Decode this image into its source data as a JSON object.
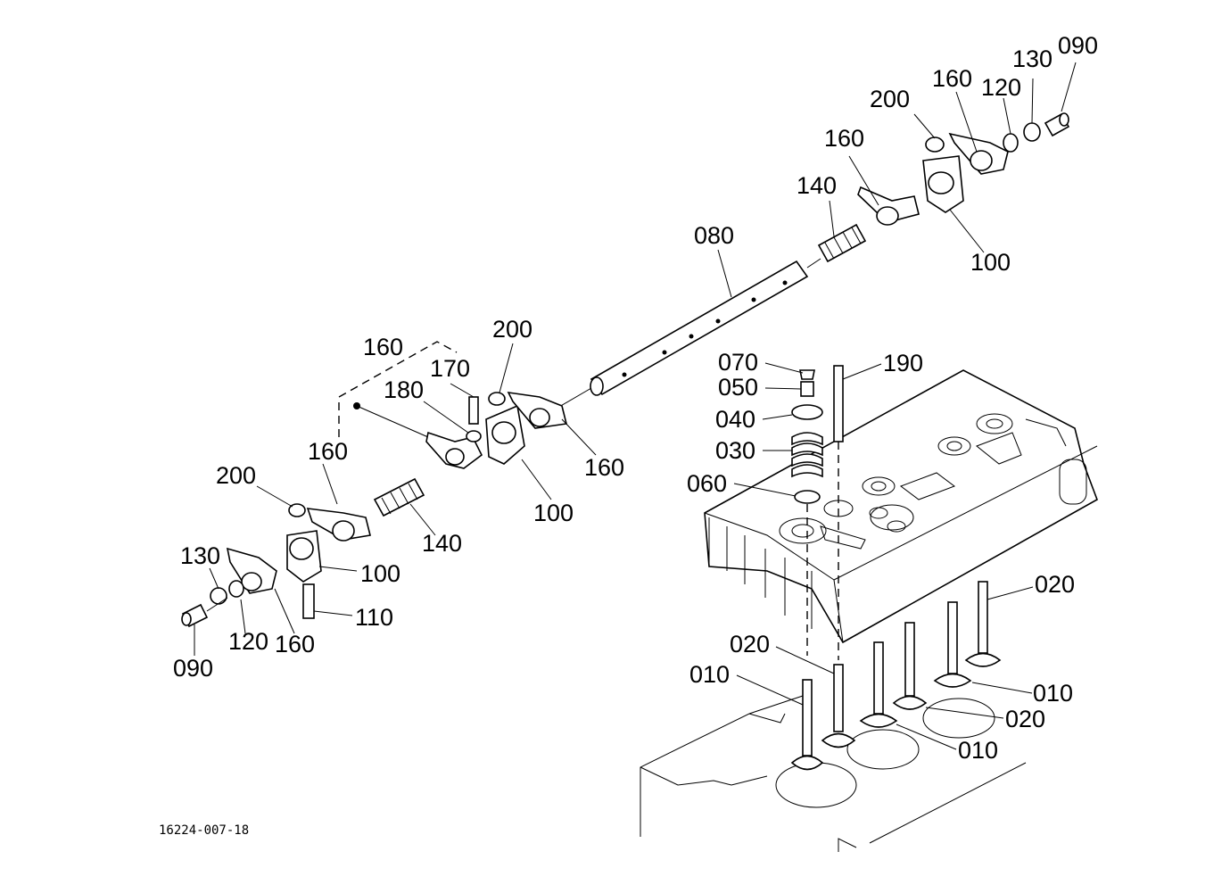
{
  "figure_code": "16224-007-18",
  "callouts": [
    {
      "id": "c090-tr",
      "text": "090"
    },
    {
      "id": "c130-tr",
      "text": "130"
    },
    {
      "id": "c120-tr",
      "text": "120"
    },
    {
      "id": "c160-tr",
      "text": "160"
    },
    {
      "id": "c200-tr",
      "text": "200"
    },
    {
      "id": "c160-mr",
      "text": "160"
    },
    {
      "id": "c140-r",
      "text": "140"
    },
    {
      "id": "c100-r",
      "text": "100"
    },
    {
      "id": "c080",
      "text": "080"
    },
    {
      "id": "c200-m",
      "text": "200"
    },
    {
      "id": "c160-top",
      "text": "160"
    },
    {
      "id": "c170",
      "text": "170"
    },
    {
      "id": "c180",
      "text": "180"
    },
    {
      "id": "c160-m",
      "text": "160"
    },
    {
      "id": "c100-m",
      "text": "100"
    },
    {
      "id": "c160-l",
      "text": "160"
    },
    {
      "id": "c200-l",
      "text": "200"
    },
    {
      "id": "c140-l",
      "text": "140"
    },
    {
      "id": "c130-l",
      "text": "130"
    },
    {
      "id": "c100-l",
      "text": "100"
    },
    {
      "id": "c110",
      "text": "110"
    },
    {
      "id": "c090-l",
      "text": "090"
    },
    {
      "id": "c120-l",
      "text": "120"
    },
    {
      "id": "c160-bl",
      "text": "160"
    },
    {
      "id": "c070",
      "text": "070"
    },
    {
      "id": "c050",
      "text": "050"
    },
    {
      "id": "c040",
      "text": "040"
    },
    {
      "id": "c030",
      "text": "030"
    },
    {
      "id": "c060",
      "text": "060"
    },
    {
      "id": "c190",
      "text": "190"
    },
    {
      "id": "c020-r",
      "text": "020"
    },
    {
      "id": "c020-m",
      "text": "020"
    },
    {
      "id": "c010-l",
      "text": "010"
    },
    {
      "id": "c010-r",
      "text": "010"
    },
    {
      "id": "c020-b",
      "text": "020"
    },
    {
      "id": "c010-b",
      "text": "010"
    }
  ]
}
